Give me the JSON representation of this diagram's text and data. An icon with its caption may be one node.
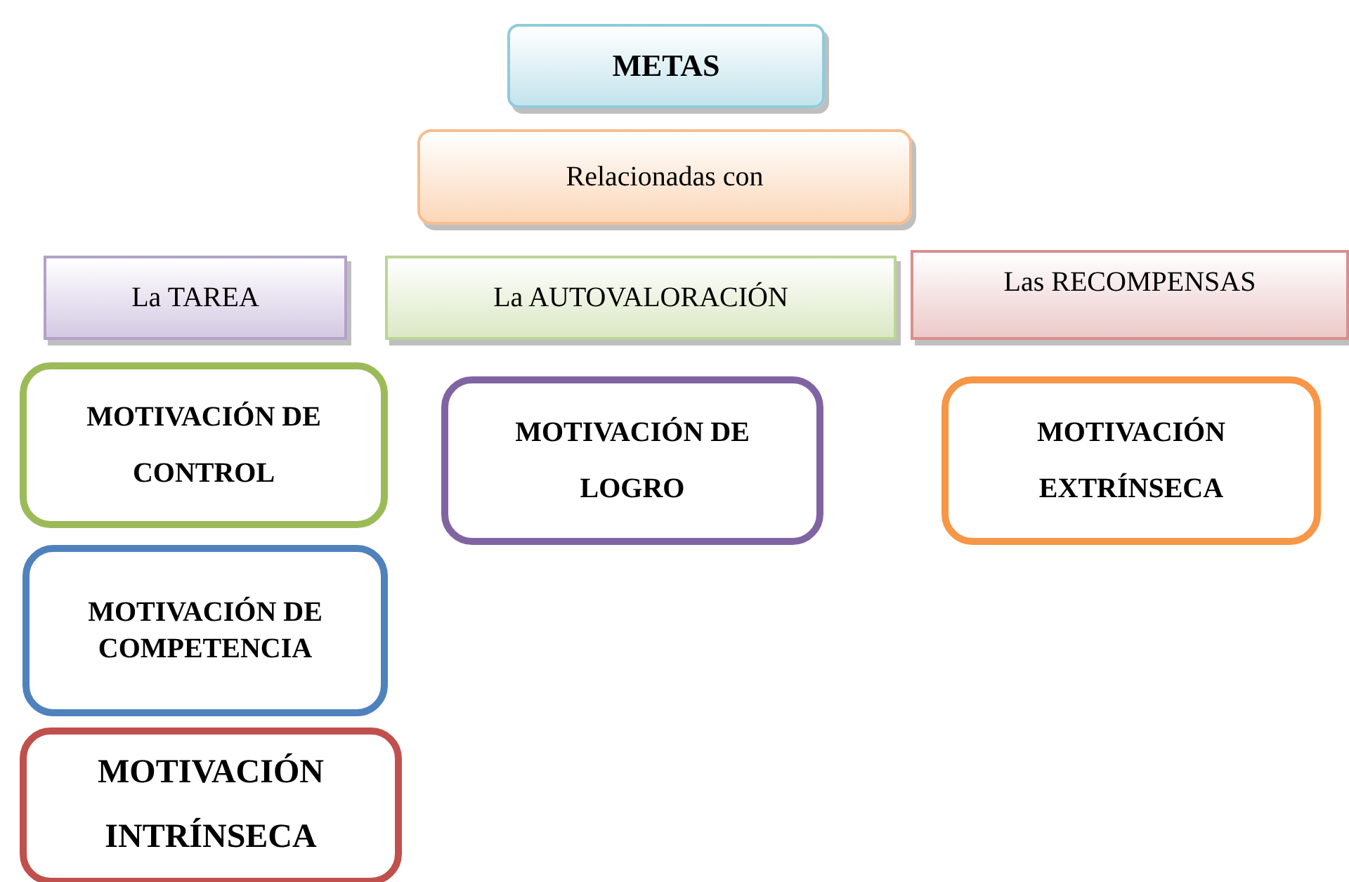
{
  "diagram": {
    "nodes": [
      {
        "text": [
          "METAS"
        ]
      },
      {
        "text": [
          "Relacionadas con"
        ]
      },
      {
        "text": [
          "La TAREA"
        ]
      },
      {
        "text": [
          "La AUTOVALORACIÓN"
        ]
      },
      {
        "text": [
          "Las RECOMPENSAS"
        ]
      },
      {
        "text": [
          "MOTIVACIÓN DE CONTROL"
        ]
      },
      {
        "text": [
          "MOTIVACIÓN DE LOGRO"
        ]
      },
      {
        "text": [
          "MOTIVACIÓN EXTRÍNSECA"
        ]
      },
      {
        "text": [
          "MOTIVACIÓN DE COMPETENCIA"
        ]
      },
      {
        "text": [
          "MOTIVACIÓN INTRÍNSECA"
        ]
      }
    ]
  }
}
